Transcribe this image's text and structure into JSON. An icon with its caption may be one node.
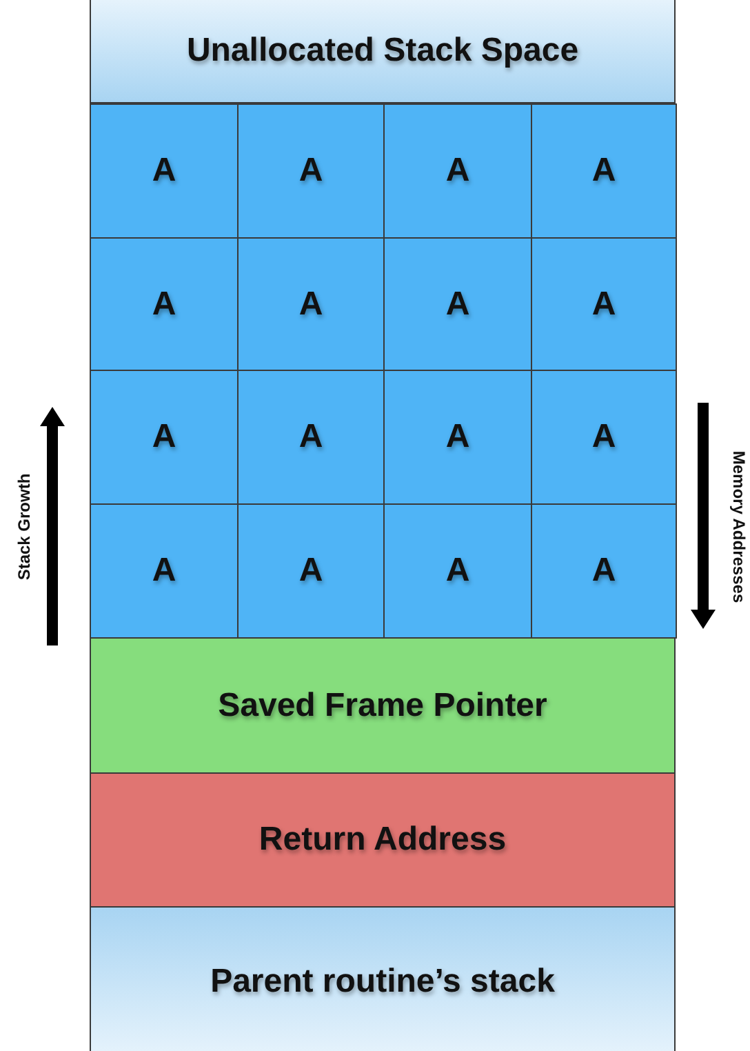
{
  "diagram": {
    "nodes": [
      {
        "text": [
          "Unallocated Stack Space"
        ]
      },
      {
        "text": [
          "A"
        ]
      },
      {
        "text": [
          "A"
        ]
      },
      {
        "text": [
          "A"
        ]
      },
      {
        "text": [
          "A"
        ]
      },
      {
        "text": [
          "A"
        ]
      },
      {
        "text": [
          "A"
        ]
      },
      {
        "text": [
          "A"
        ]
      },
      {
        "text": [
          "A"
        ]
      },
      {
        "text": [
          "A"
        ]
      },
      {
        "text": [
          "A"
        ]
      },
      {
        "text": [
          "A"
        ]
      },
      {
        "text": [
          "A"
        ]
      },
      {
        "text": [
          "A"
        ]
      },
      {
        "text": [
          "A"
        ]
      },
      {
        "text": [
          "A"
        ]
      },
      {
        "text": [
          "A"
        ]
      },
      {
        "text": [
          "Saved Frame Pointer"
        ]
      },
      {
        "text": [
          "Return Address"
        ]
      },
      {
        "text": [
          "Parent routine’s stack"
        ]
      }
    ],
    "labels": [
      "Stack Growth",
      "Memory Addresses"
    ]
  }
}
